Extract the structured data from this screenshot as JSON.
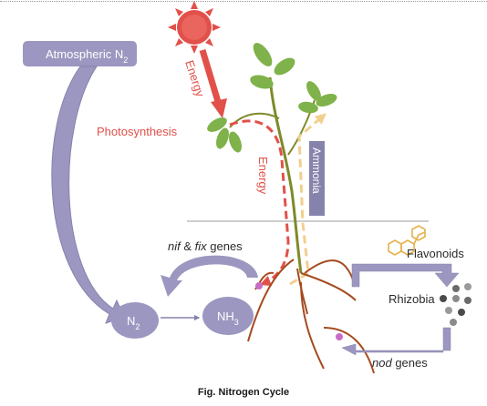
{
  "labels": {
    "atmospheric": "Atmospheric N",
    "atmospheric_sub": "2",
    "energy_sun": "Energy",
    "photosynthesis": "Photosynthesis",
    "energy_stem": "Energy",
    "ammonia": "Ammonia",
    "nif_fix_nif": "nif",
    "nif_fix_amp": " & ",
    "nif_fix_fix": "fix",
    "nif_fix_genes": " genes",
    "flavonoids": "Flavonoids",
    "rhizobia": "Rhizobia",
    "n2": "N",
    "n2_sub": "2",
    "nh3": "NH",
    "nh3_sub": "3",
    "nod_nod": "nod",
    "nod_genes": " genes"
  },
  "caption": "Fig. Nitrogen Cycle",
  "colors": {
    "purple_fill": "#9b97c0",
    "purple_dark": "#8582ab",
    "red_accent": "#e2504a",
    "leaf_green": "#7fb24a",
    "stem_olive": "#7f8a2a",
    "root_brown": "#a64a1f",
    "ammonia_dash": "#f3cf8e",
    "hexagon": "#e6b04a",
    "dot_gray": "#6b6b6b",
    "node_pink": "#c86cc6",
    "ground_line": "#bdbdbd"
  }
}
